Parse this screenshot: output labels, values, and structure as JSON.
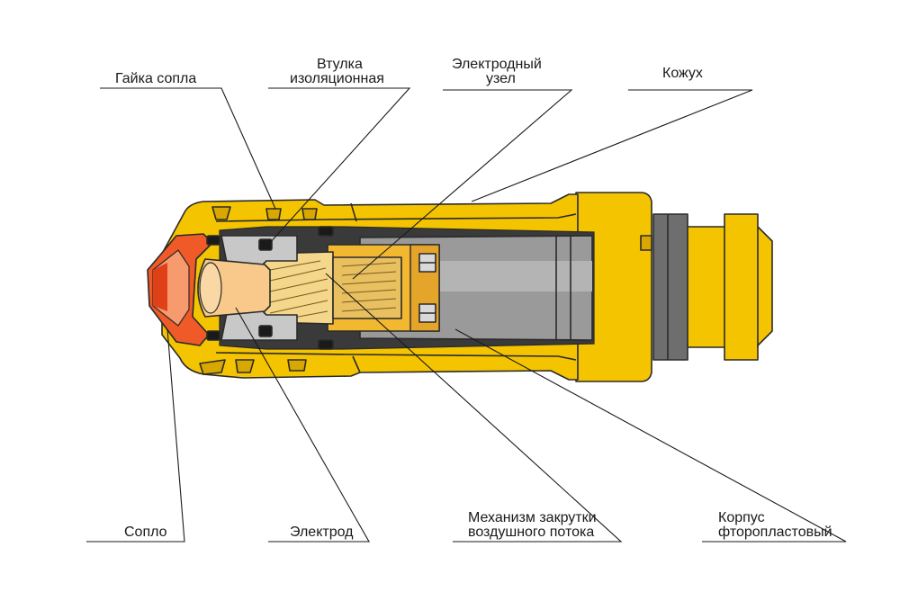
{
  "labels": {
    "nut": "Гайка сопла",
    "sleeve_line1": "Втулка",
    "sleeve_line2": "изоляционная",
    "electrode_unit_line1": "Электродный",
    "electrode_unit_line2": "узел",
    "casing": "Кожух",
    "nozzle": "Сопло",
    "electrode": "Электрод",
    "swirl_line1": "Механизм закрутки",
    "swirl_line2": "воздушного потока",
    "body_line1": "Корпус",
    "body_line2": "фторопластовый"
  },
  "colors": {
    "yellow": "#F5C400",
    "yellow_dark": "#D9A800",
    "nozzle_red": "#F05A28",
    "electrode_peach": "#F8C98A",
    "gray_body": "#9A9A9A",
    "gray_dark": "#5E5E5E",
    "outline": "#2A2A2A"
  }
}
